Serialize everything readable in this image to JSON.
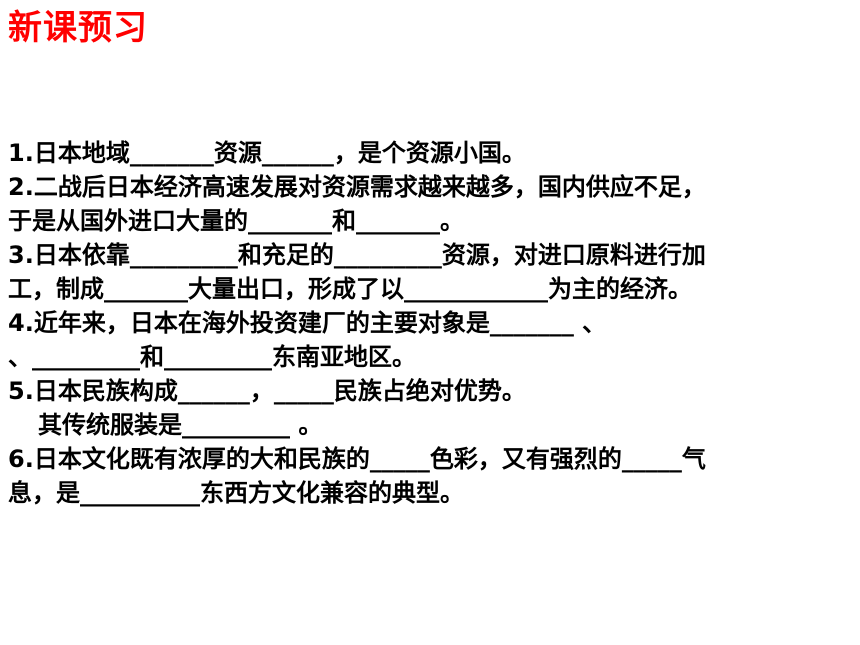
{
  "title": "新课预习",
  "colors": {
    "title": "#ff0000",
    "text": "#000000",
    "background": "#ffffff"
  },
  "lines": [
    "1.日本地域_______资源______，是个资源小国。",
    "2.二战后日本经济高速发展对资源需求越来越多，国内供应不足，",
    "于是从国外进口大量的_______和_______。",
    "3.日本依靠_________和充足的_________资源，对进口原料进行加",
    "工，制成_______大量出口，形成了以____________为主的经济。",
    "4.近年来，日本在海外投资建厂的主要对象是_______ 、",
    "、_________和_________东南亚地区。",
    "5.日本民族构成______，_____民族占绝对优势。",
    "其传统服装是_________ 。",
    "6.日本文化既有浓厚的大和民族的_____色彩，又有强烈的_____气",
    "息，是__________东西方文化兼容的典型。"
  ]
}
